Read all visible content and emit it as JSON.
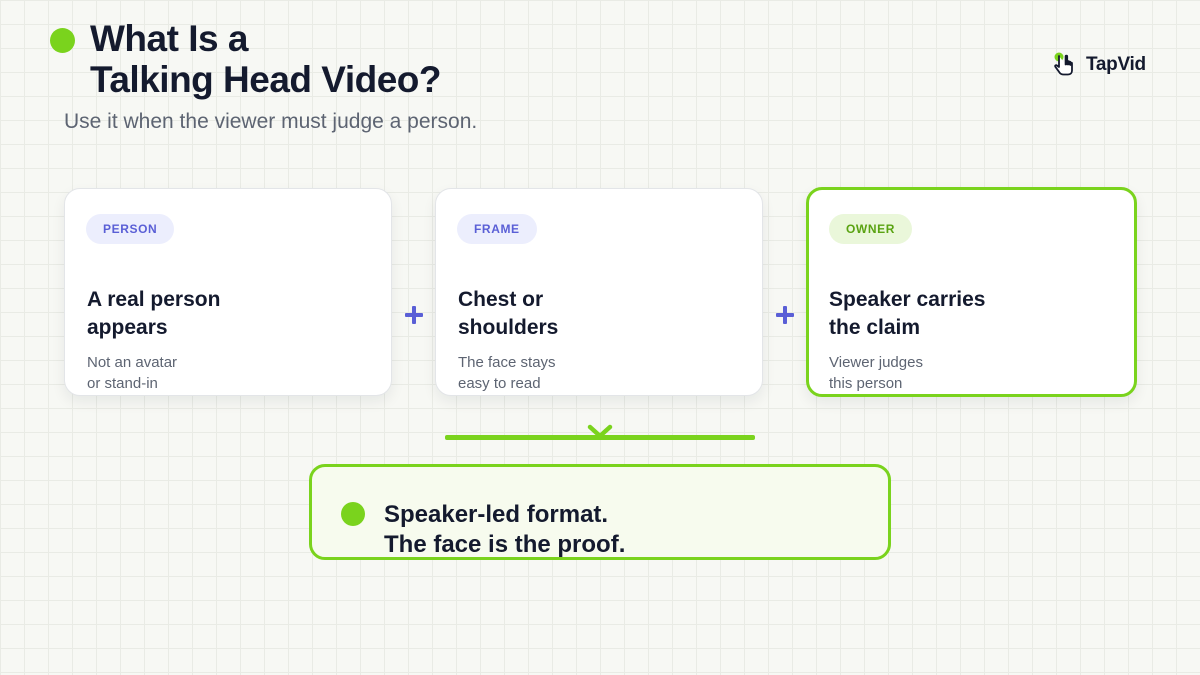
{
  "header": {
    "title_line1": "What Is a",
    "title_line2": "Talking Head Video?",
    "subtitle": "Use it when the viewer must judge a person."
  },
  "logo": {
    "text": "TapVid",
    "icon": "cursor-hand-icon"
  },
  "cards": [
    {
      "badge": "PERSON",
      "title_line1": "A real person",
      "title_line2": "appears",
      "desc_line1": "Not an avatar",
      "desc_line2": "or stand-in"
    },
    {
      "badge": "FRAME",
      "title_line1": "Chest or",
      "title_line2": "shoulders",
      "desc_line1": "The face stays",
      "desc_line2": "easy to read"
    },
    {
      "badge": "OWNER",
      "title_line1": "Speaker carries",
      "title_line2": "the claim",
      "desc_line1": "Viewer judges",
      "desc_line2": "this person"
    }
  ],
  "operators": [
    "plus-icon",
    "plus-icon"
  ],
  "result": {
    "line1": "Speaker-led format.",
    "line2": "The face is the proof."
  },
  "colors": {
    "accent_green": "#7ad31d",
    "accent_purple": "#5a5fd6",
    "text_dark": "#141a2e",
    "text_muted": "#5d6472"
  }
}
